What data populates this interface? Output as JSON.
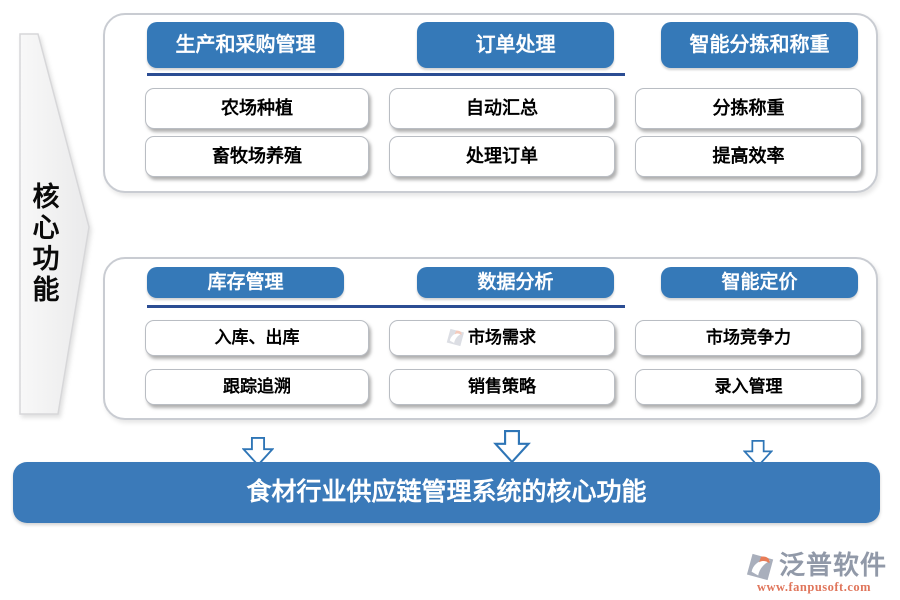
{
  "left_banner": {
    "label": "核心功能"
  },
  "panels": [
    {
      "columns": [
        {
          "header": "生产和采购管理",
          "items": [
            "农场种植",
            "畜牧场养殖"
          ]
        },
        {
          "header": "订单处理",
          "items": [
            "自动汇总",
            "处理订单"
          ]
        },
        {
          "header": "智能分拣和称重",
          "items": [
            "分拣称重",
            "提高效率"
          ]
        }
      ]
    },
    {
      "columns": [
        {
          "header": "库存管理",
          "items": [
            "入库、出库",
            "跟踪追溯"
          ]
        },
        {
          "header": "数据分析",
          "items": [
            "市场需求",
            "销售策略"
          ]
        },
        {
          "header": "智能定价",
          "items": [
            "市场竞争力",
            "录入管理"
          ]
        }
      ]
    }
  ],
  "footer": {
    "title": "食材行业供应链管理系统的核心功能"
  },
  "logo": {
    "name": "泛普软件",
    "url": "www.fanpusoft.com"
  },
  "icons": {
    "left_shape": "pentagon-right-arrow",
    "flow_arrows": "hollow-down-arrow"
  },
  "colors": {
    "pill_blue": "#3579b8",
    "underline_navy": "#2b4d93",
    "banner_blue": "#3b7ab9",
    "panel_border": "#c9ccd2",
    "logo_gray": "#9199a8",
    "logo_orange": "#e0755b",
    "arrow_stroke": "#2e75b6"
  }
}
